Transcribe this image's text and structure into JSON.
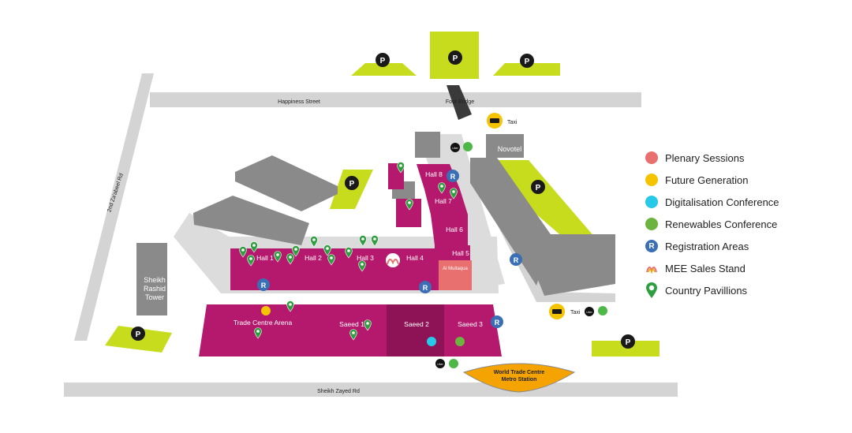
{
  "streets": {
    "happiness": "Happiness Street",
    "zabeel": "2nd Za'abeel Rd",
    "zayed": "Sheikh Zayed Rd",
    "foot_bridge": "Foot Bridge"
  },
  "buildings": {
    "novotel": "Novotel",
    "tower_line1": "Sheikh",
    "tower_line2": "Rashid",
    "tower_line3": "Tower",
    "metro_line1": "World Trade Centre",
    "metro_line2": "Metro Station"
  },
  "halls": {
    "hall1": "Hall 1",
    "hall2": "Hall 2",
    "hall3": "Hall 3",
    "hall4": "Hall 4",
    "hall5": "Hall 5",
    "hall6": "Hall 6",
    "hall7": "Hall 7",
    "hall8": "Hall 8",
    "al_multaqua": "Al Multaqua",
    "arena": "Trade Centre Arena",
    "saeed1": "Saeed 1",
    "saeed2": "Saeed 2",
    "saeed3": "Saeed 3"
  },
  "markers": {
    "parking": "P",
    "registration": "R",
    "taxi": "Taxi",
    "uber": "Uber"
  },
  "legend": [
    {
      "label": "Plenary Sessions",
      "color": "#e8706e"
    },
    {
      "label": "Future Generation",
      "color": "#f5c400"
    },
    {
      "label": "Digitalisation Conference",
      "color": "#27c9e8"
    },
    {
      "label": "Renewables Conference",
      "color": "#6db33f"
    },
    {
      "label": "Registration Areas",
      "color": "#3a6fb5",
      "icon_text": "R"
    },
    {
      "label": "MEE Sales Stand",
      "icon": "sales-stand-icon"
    },
    {
      "label": "Country Pavillions",
      "icon": "map-pin-icon",
      "color": "#2e9e3f"
    }
  ],
  "colors": {
    "magenta": "#b5196e",
    "dark_magenta": "#8e1356",
    "grey_building": "#8a8a8a",
    "road": "#d4d4d4",
    "parking_green": "#c8dc1e",
    "metro_orange": "#f5a300"
  }
}
